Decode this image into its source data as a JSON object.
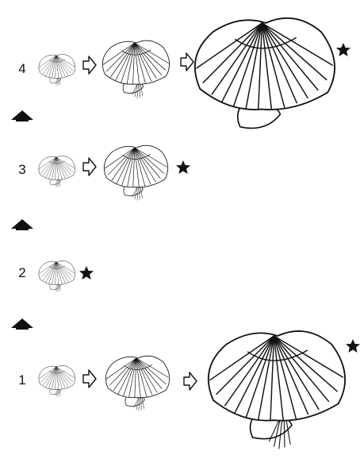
{
  "figure": {
    "rows": [
      {
        "label": "4",
        "shells": [
          "small",
          "medium",
          "large"
        ],
        "starred_index": 2
      },
      {
        "label": "3",
        "shells": [
          "small",
          "medium"
        ],
        "starred_index": 1
      },
      {
        "label": "2",
        "shells": [
          "small"
        ],
        "starred_index": 0
      },
      {
        "label": "1",
        "shells": [
          "small",
          "medium",
          "large"
        ],
        "starred_index": 2
      }
    ],
    "colors": {
      "line": "#111111",
      "fill": "#ffffff",
      "marker": "#111111"
    },
    "icons": {
      "growth_step": "outline-right-arrow-icon",
      "lineage_step": "solid-up-arrow-icon",
      "marker": "star-icon"
    }
  }
}
